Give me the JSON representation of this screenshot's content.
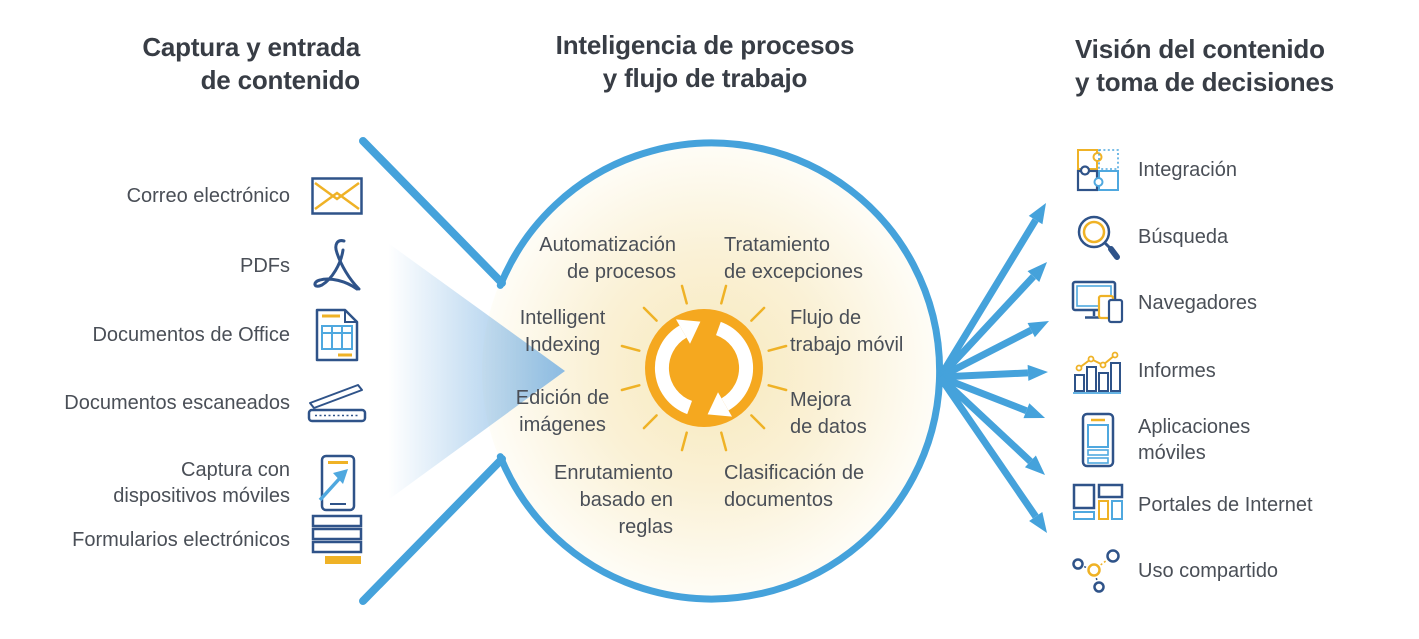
{
  "left": {
    "title": {
      "line1": "Captura y entrada",
      "line2": "de contenido"
    },
    "items": [
      {
        "label": "Correo electrónico",
        "icon": "email-icon"
      },
      {
        "label": "PDFs",
        "icon": "pdf-icon"
      },
      {
        "label": "Documentos de Office",
        "icon": "office-document-icon"
      },
      {
        "label": "Documentos escaneados",
        "icon": "scanner-icon"
      },
      {
        "label_line1": "Captura con",
        "label_line2": "dispositivos móviles",
        "icon": "mobile-capture-icon"
      },
      {
        "label": "Formularios electrónicos",
        "icon": "electronic-forms-icon"
      }
    ]
  },
  "center": {
    "title": {
      "line1": "Inteligencia de procesos",
      "line2": "y flujo de trabajo"
    },
    "hub_icon": "sync-icon",
    "labels": [
      {
        "line1": "Automatización",
        "line2": "de procesos"
      },
      {
        "line1": "Tratamiento",
        "line2": "de excepciones"
      },
      {
        "line1": "Intelligent",
        "line2": "Indexing"
      },
      {
        "line1": "Flujo de",
        "line2": "trabajo móvil"
      },
      {
        "line1": "Edición de",
        "line2": "imágenes"
      },
      {
        "line1": "Mejora",
        "line2": "de datos"
      },
      {
        "line1": "Enrutamiento",
        "line2": "basado en",
        "line3": "reglas"
      },
      {
        "line1": "Clasificación de",
        "line2": "documentos"
      }
    ]
  },
  "right": {
    "title": {
      "line1": "Visión del contenido",
      "line2": "y toma de decisiones"
    },
    "items": [
      {
        "label": "Integración",
        "icon": "puzzle-icon"
      },
      {
        "label": "Búsqueda",
        "icon": "search-icon"
      },
      {
        "label": "Navegadores",
        "icon": "browsers-icon"
      },
      {
        "label": "Informes",
        "icon": "reports-icon"
      },
      {
        "label_line1": "Aplicaciones",
        "label_line2": "móviles",
        "icon": "mobile-apps-icon"
      },
      {
        "label": "Portales de Internet",
        "icon": "portals-icon"
      },
      {
        "label": "Uso compartido",
        "icon": "share-icon"
      }
    ]
  },
  "colors": {
    "accent_blue": "#45A2DB",
    "icon_navy": "#2F5389",
    "icon_lightblue": "#4FA8DF",
    "icon_gold": "#EFB226",
    "hub_orange": "#F5A81F",
    "title_text": "#383D45",
    "body_text": "#4A4F57",
    "circle_fill_center": "#F8E9BC",
    "circle_fill_mid": "#FAF1D6",
    "circle_fill_edge": "#FFFEFA",
    "wedge_blue": "#7FB5E3"
  }
}
